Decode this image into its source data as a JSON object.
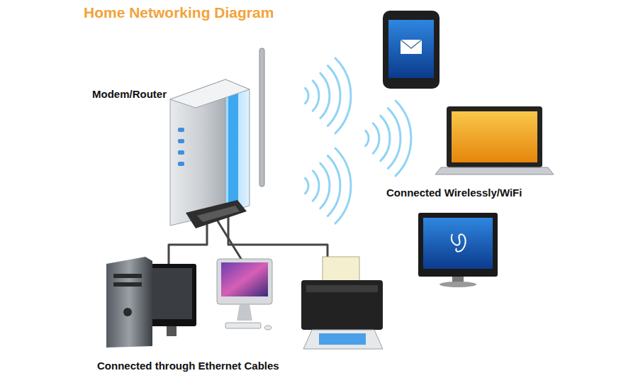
{
  "diagram": {
    "title": "Home Networking Diagram",
    "labels": [
      "Modem/Router",
      "Connected Wirelessly/WiFi",
      "Connected through Ethernet Cables"
    ]
  }
}
